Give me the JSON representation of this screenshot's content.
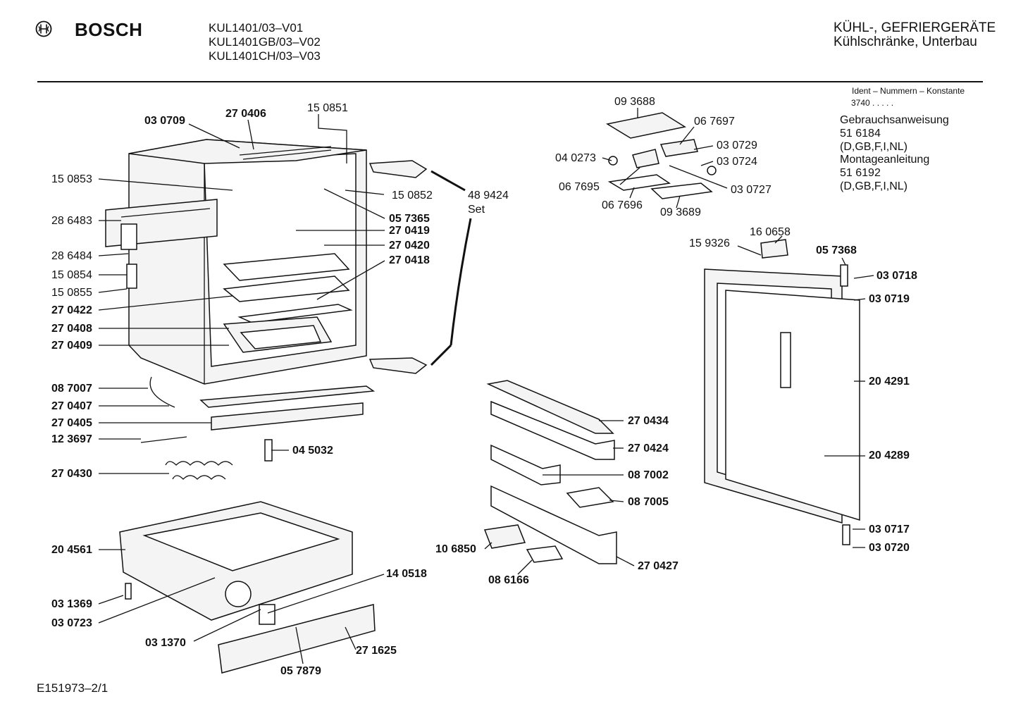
{
  "header": {
    "brand": "BOSCH",
    "models": [
      "KUL1401/03–V01",
      "KUL1401GB/03–V02",
      "KUL1401CH/03–V03"
    ],
    "category_line1": "KÜHL-, GEFRIERGERÄTE",
    "category_line2": "Kühlschränke, Unterbau"
  },
  "info": {
    "ident_title": "Ident – Nummern – Konstante",
    "ident_value": "3740 . . . . .",
    "manual_label": "Gebrauchsanweisung",
    "manual_number": "51 6184",
    "manual_langs": "(D,GB,F,I,NL)",
    "install_label": "Montageanleitung",
    "install_number": "51 6192",
    "install_langs": "(D,GB,F,I,NL)"
  },
  "parts": [
    "03 0709",
    "27 0406",
    "15 0851",
    "15 0853",
    "15 0852",
    "48 9424",
    "Set",
    "28 6483",
    "05 7365",
    "27 0419",
    "28 6484",
    "27 0420",
    "27 0418",
    "15 0854",
    "15 0855",
    "27 0422",
    "27 0408",
    "27 0409",
    "08 7007",
    "27 0407",
    "27 0405",
    "12 3697",
    "04 5032",
    "27 0430",
    "20 4561",
    "14 0518",
    "03 1369",
    "03 0723",
    "03 1370",
    "27 1625",
    "05 7879",
    "09 3688",
    "06 7697",
    "04 0273",
    "03 0729",
    "03 0724",
    "06 7695",
    "03 0727",
    "06 7696",
    "09 3689",
    "16 0658",
    "15 9326",
    "05 7368",
    "03 0718",
    "03 0719",
    "20 4291",
    "20 4289",
    "03 0717",
    "03 0720",
    "27 0434",
    "27 0424",
    "08 7002",
    "08 7005",
    "10 6850",
    "27 0427",
    "08 6166"
  ],
  "footer": {
    "doc_id": "E151973–2/1"
  }
}
